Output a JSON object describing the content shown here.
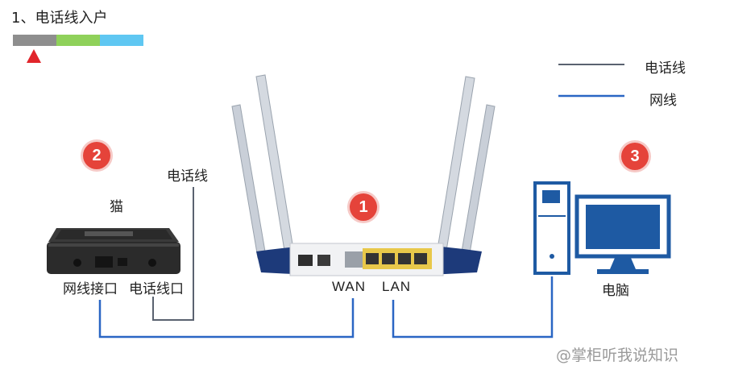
{
  "title": "1、电话线入户",
  "legend": [
    {
      "label": "电话线",
      "color": "#5a6270"
    },
    {
      "label": "网线",
      "color": "#2a66c4"
    }
  ],
  "nodes": {
    "router_badge": "1",
    "modem_badge": "2",
    "computer_badge": "3",
    "modem_label": "猫",
    "phone_wire_label": "电话线",
    "modem_port_net": "网线接口",
    "modem_port_phone": "电话线口",
    "router_wan": "WAN",
    "router_lan": "LAN",
    "computer_label": "电脑"
  },
  "step_bar": {
    "colors": [
      "#8e8e8e",
      "#8fd15a",
      "#5fc7f2"
    ],
    "marker_color": "#e1252b",
    "active_index": 0
  },
  "watermark": "@掌柜听我说知识",
  "colors": {
    "badge": "#e5433a",
    "phone_line": "#5a6270",
    "network_line": "#2a66c4",
    "router_port": "#e8c84a"
  }
}
